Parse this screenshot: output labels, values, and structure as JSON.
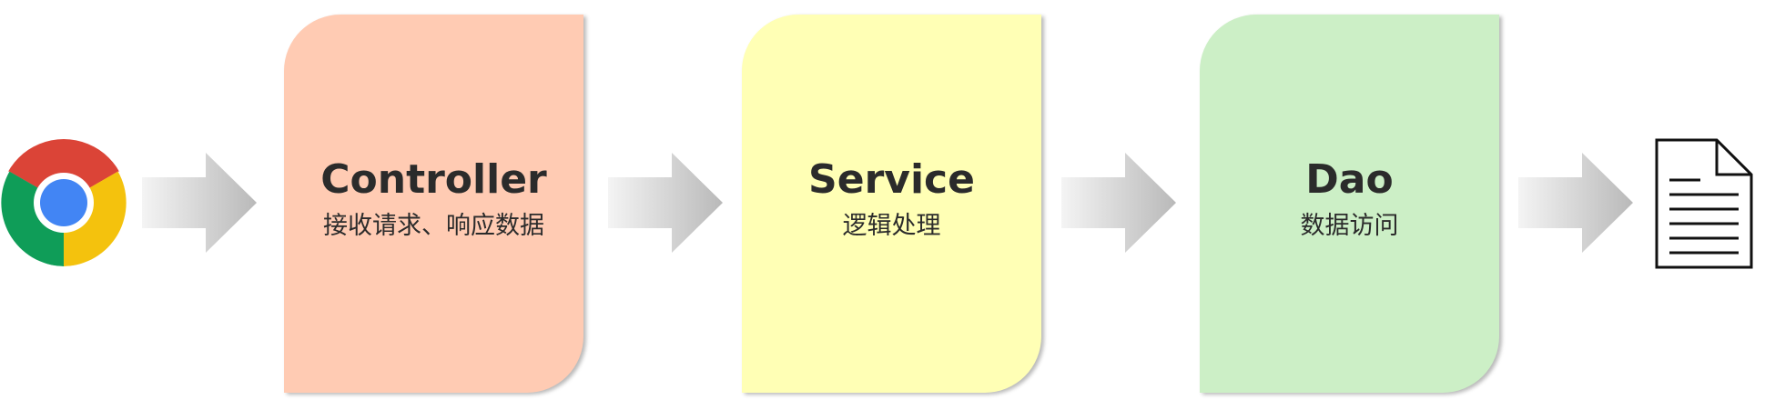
{
  "stages": [
    {
      "title": "Controller",
      "subtitle": "接收请求、响应数据",
      "color": "#ffcbb3"
    },
    {
      "title": "Service",
      "subtitle": "逻辑处理",
      "color": "#ffffb5"
    },
    {
      "title": "Dao",
      "subtitle": "数据访问",
      "color": "#ccefc6"
    }
  ],
  "icons": {
    "source": "chrome-browser-icon",
    "arrow": "arrow-right-icon",
    "target": "document-icon"
  },
  "arrow_gradient": [
    "#f4f4f4",
    "#b9b9b9"
  ]
}
